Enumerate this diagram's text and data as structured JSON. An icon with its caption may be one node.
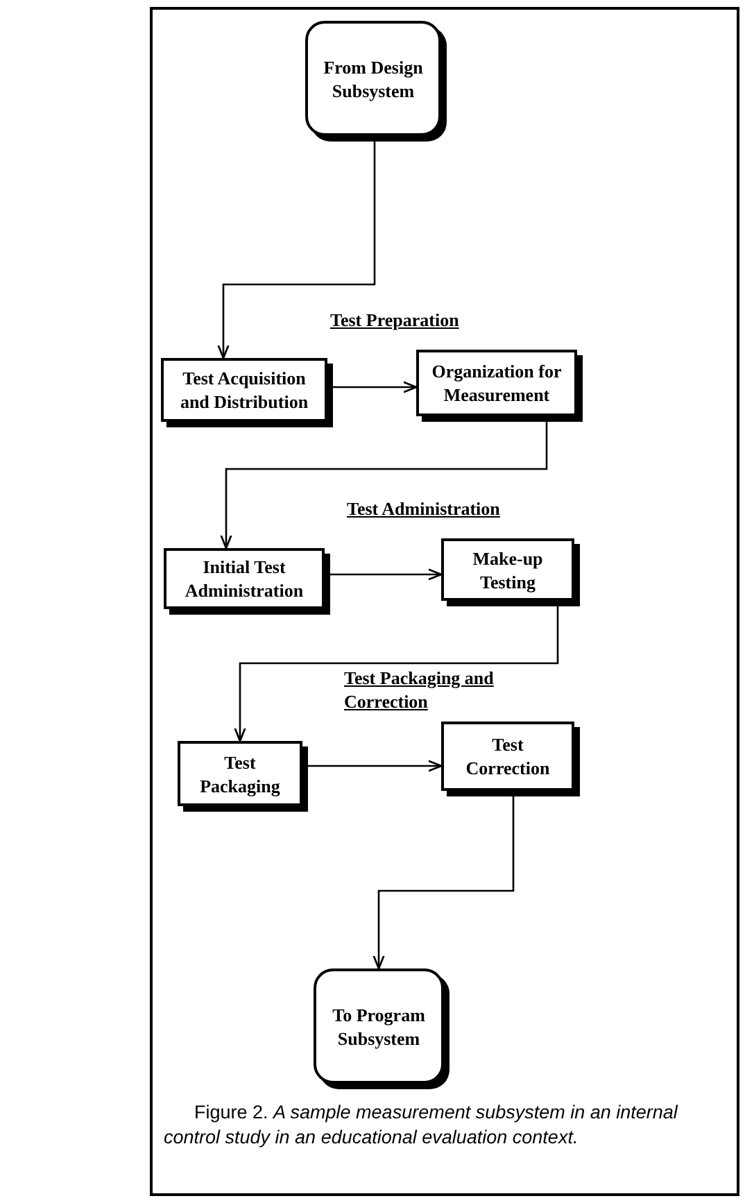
{
  "diagram": {
    "caption": "Figure 2. *A sample measurement subsystem in an internal control study in an educational evaluation context.*",
    "nodes": [
      {
        "text": [
          "From Design Subsystem"
        ]
      },
      {
        "text": [
          "Test Acquisition and Distribution"
        ]
      },
      {
        "text": [
          "Organization for Measurement"
        ]
      },
      {
        "text": [
          "Initial Test Administration"
        ]
      },
      {
        "text": [
          "Make-up Testing"
        ]
      },
      {
        "text": [
          "Test Packaging"
        ]
      },
      {
        "text": [
          "Test Correction"
        ]
      },
      {
        "text": [
          "To Program Subsystem"
        ]
      }
    ],
    "edges": [
      {
        "from": 0,
        "to": 1,
        "arrow": "to"
      },
      {
        "from": 1,
        "to": 2,
        "arrow": "to"
      },
      {
        "from": 2,
        "to": 3,
        "arrow": "to"
      },
      {
        "from": 3,
        "to": 4,
        "arrow": "to"
      },
      {
        "from": 4,
        "to": 5,
        "arrow": "to"
      },
      {
        "from": 5,
        "to": 6,
        "arrow": "to"
      },
      {
        "from": 6,
        "to": 7,
        "arrow": "to"
      }
    ],
    "labels": [
      "Test Preparation",
      "Test Administration",
      "Test Packaging and Correction"
    ]
  }
}
